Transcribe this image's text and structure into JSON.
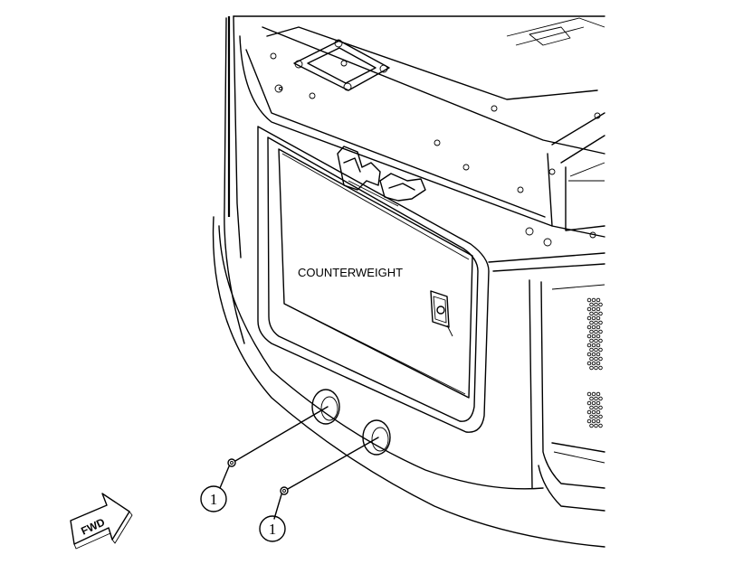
{
  "labels": {
    "part": "COUNTERWEIGHT",
    "callout_1a": "1",
    "callout_1b": "1",
    "direction": "FWD"
  },
  "icons": {
    "direction_arrow": "fwd-arrow-icon",
    "bolt": "bolt-icon",
    "latch": "latch-icon"
  },
  "colors": {
    "line": "#000000",
    "background": "#ffffff"
  }
}
